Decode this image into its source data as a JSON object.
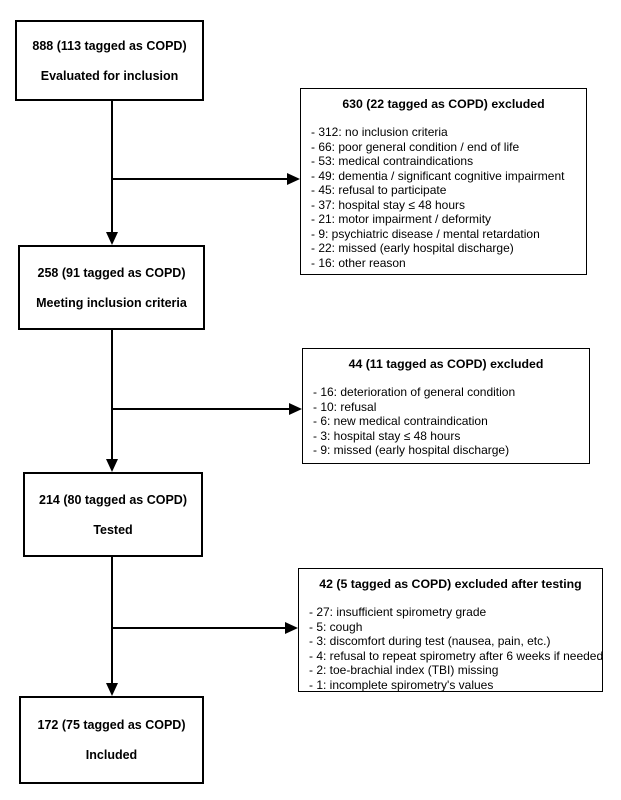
{
  "figure": {
    "background_color": "#ffffff",
    "line_color": "#000000",
    "stages": [
      {
        "count": "888 (113 tagged as COPD)",
        "label": "Evaluated for inclusion"
      },
      {
        "count": "258 (91 tagged as COPD)",
        "label": "Meeting inclusion criteria"
      },
      {
        "count": "214 (80 tagged as COPD)",
        "label": "Tested"
      },
      {
        "count": "172 (75 tagged as COPD)",
        "label": "Included"
      }
    ],
    "exclusions": [
      {
        "title": "630 (22 tagged as COPD) excluded",
        "items": [
          "- 312: no inclusion criteria",
          "- 66: poor general condition / end of life",
          "- 53: medical contraindications",
          "- 49: dementia / significant cognitive impairment",
          "- 45: refusal to participate",
          "- 37: hospital stay ≤ 48 hours",
          "- 21: motor impairment / deformity",
          "- 9: psychiatric disease / mental retardation",
          "- 22: missed (early hospital discharge)",
          "- 16: other reason"
        ]
      },
      {
        "title": "44 (11 tagged as COPD) excluded",
        "items": [
          "- 16: deterioration of general condition",
          "- 10: refusal",
          "- 6: new medical contraindication",
          "- 3: hospital stay ≤ 48 hours",
          "- 9: missed (early hospital discharge)"
        ]
      },
      {
        "title": "42 (5 tagged as COPD) excluded after testing",
        "items": [
          "- 27: insufficient spirometry grade",
          "- 5: cough",
          "- 3: discomfort during test (nausea, pain, etc.)",
          "- 4: refusal to repeat spirometry after 6 weeks if needed",
          "- 2: toe-brachial index (TBI) missing",
          "- 1: incomplete spirometry's values"
        ]
      }
    ]
  }
}
